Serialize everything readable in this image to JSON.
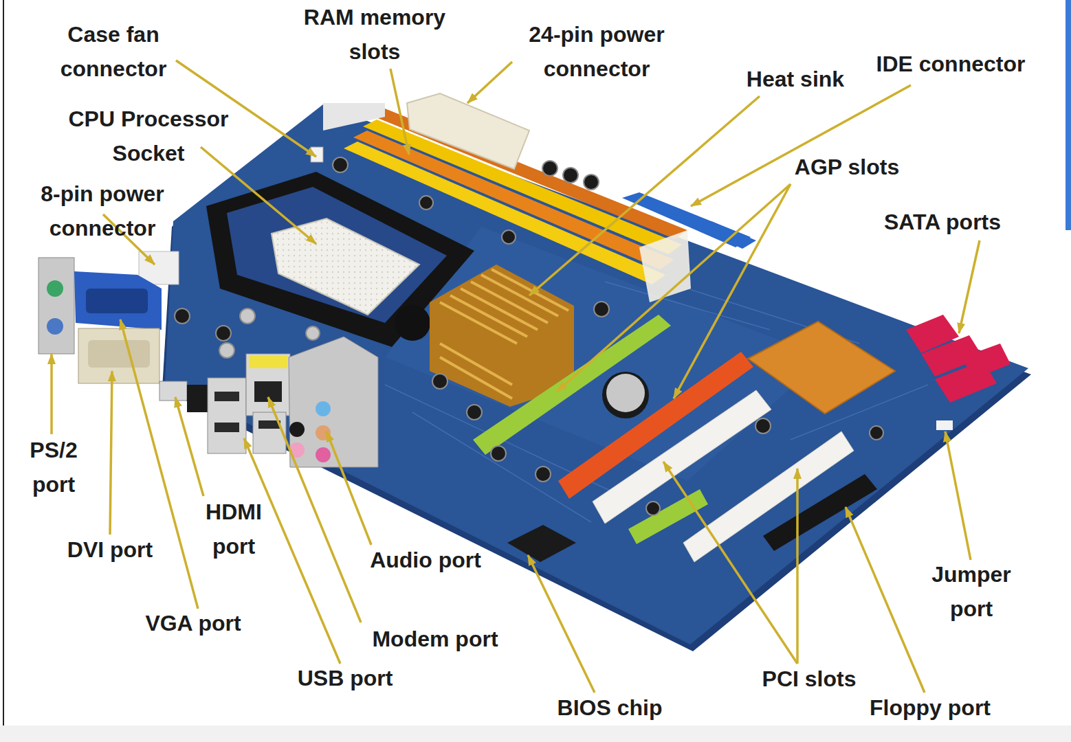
{
  "diagram": {
    "labels": [
      "Case fan connector",
      "RAM memory slots",
      "24-pin power connector",
      "Heat sink",
      "IDE connector",
      "CPU Processor Socket",
      "AGP slots",
      "8-pin power connector",
      "SATA ports",
      "PS/2 port",
      "HDMI port",
      "DVI port",
      "Audio port",
      "Jumper port",
      "VGA port",
      "Modem port",
      "USB port",
      "BIOS chip",
      "PCI slots",
      "Floppy port"
    ]
  }
}
